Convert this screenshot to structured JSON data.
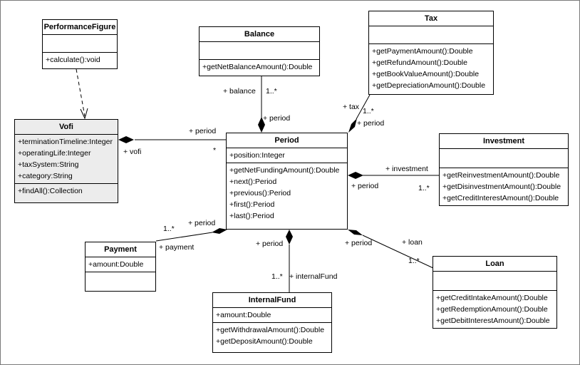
{
  "classes": {
    "performance_figure": {
      "name": "PerformanceFigure",
      "attributes": [],
      "operations": [
        "+calculate():void"
      ]
    },
    "balance": {
      "name": "Balance",
      "attributes": [],
      "operations": [
        "+getNetBalanceAmount():Double"
      ]
    },
    "tax": {
      "name": "Tax",
      "attributes": [],
      "operations": [
        "+getPaymentAmount():Double",
        "+getRefundAmount():Double",
        "+getBookValueAmount():Double",
        "+getDepreciationAmount():Double"
      ]
    },
    "vofi": {
      "name": "Vofi",
      "attributes": [
        "+terminationTimeline:Integer",
        "+operatingLife:Integer",
        "+taxSystem:String",
        "+category:String"
      ],
      "operations": [
        "+findAll():Collection"
      ]
    },
    "period": {
      "name": "Period",
      "attributes": [
        "+position:Integer"
      ],
      "operations": [
        "+getNetFundingAmount():Double",
        "+next():Period",
        "+previous():Period",
        "+first():Period",
        "+last():Period"
      ]
    },
    "investment": {
      "name": "Investment",
      "attributes": [],
      "operations": [
        "+getReinvestmentAmount():Double",
        "+getDisinvestmentAmount():Double",
        "+getCreditInterestAmount():Double"
      ]
    },
    "payment": {
      "name": "Payment",
      "attributes": [
        "+amount:Double"
      ],
      "operations": []
    },
    "internal_fund": {
      "name": "InternalFund",
      "attributes": [
        "+amount:Double"
      ],
      "operations": [
        "+getWithdrawalAmount():Double",
        "+getDepositAmount():Double"
      ]
    },
    "loan": {
      "name": "Loan",
      "attributes": [],
      "operations": [
        "+getCreditIntakeAmount():Double",
        "+getRedemptionAmount():Double",
        "+getDebitInterestAmount():Double"
      ]
    }
  },
  "labels": {
    "vofi_period_role": "+ period",
    "vofi_period_mult": "*",
    "vofi_role": "+ vofi",
    "balance_role": "+ balance",
    "balance_mult": "1..*",
    "balance_period_role": "+ period",
    "tax_role": "+ tax",
    "tax_mult": "1..*",
    "tax_period_role": "+ period",
    "investment_role": "+ investment",
    "investment_mult": "1..*",
    "investment_period_role": "+ period",
    "payment_period_role": "+ period",
    "payment_mult": "1..*",
    "payment_role": "+ payment",
    "internalfund_period_role": "+ period",
    "internalfund_mult": "1..*",
    "internalfund_role": "+ internalFund",
    "loan_period_role": "+ period",
    "loan_role": "+ loan",
    "loan_mult": "1..*"
  }
}
